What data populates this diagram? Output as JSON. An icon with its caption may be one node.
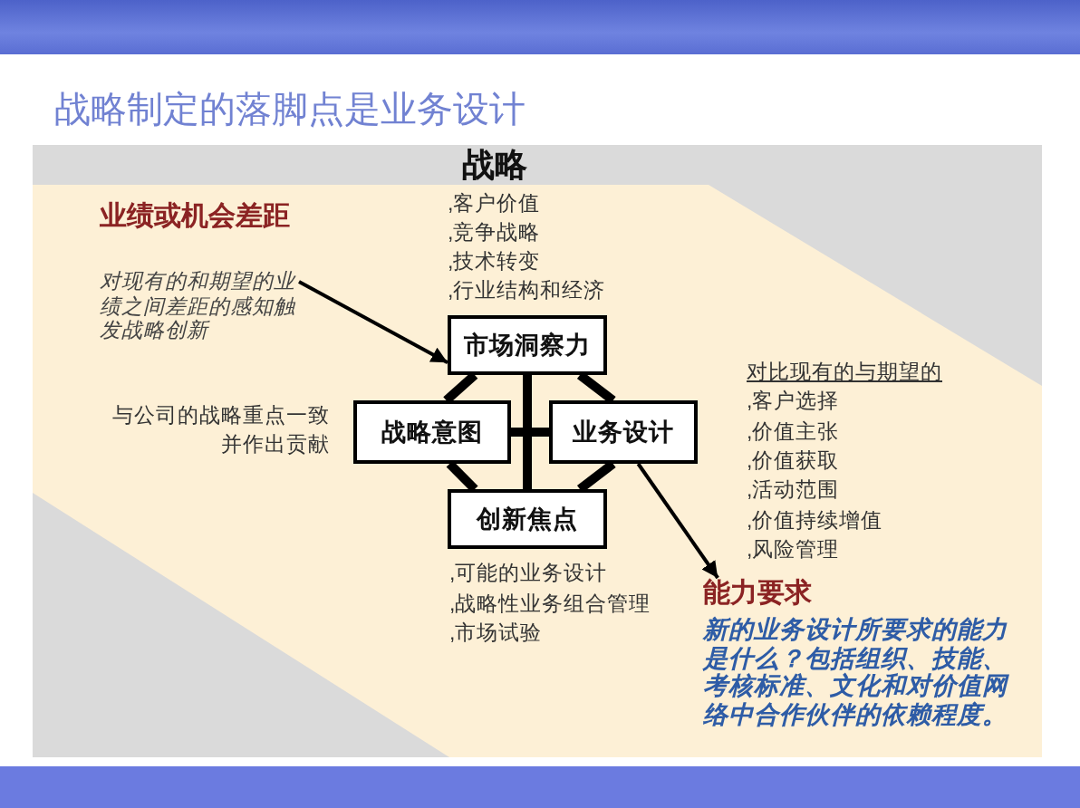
{
  "diagram": {
    "title": "战略制定的落脚点是业务设计",
    "nodes": [
      {
        "text": [
          "战略"
        ]
      },
      {
        "text": [
          "业绩或机会差距",
          "对现有的和期望的业绩之间差距的感知触发战略创新"
        ],
        "in": 0
      },
      {
        "text": [
          "市场洞察力"
        ],
        "in": 0,
        "beside": [
          ",客户价值",
          ",竞争战略",
          ",技术转变",
          ",行业结构和经济"
        ]
      },
      {
        "text": [
          "战略意图"
        ],
        "in": 0,
        "beside": [
          "与公司的战略重点一致并作出贡献"
        ]
      },
      {
        "text": [
          "业务设计"
        ],
        "in": 0,
        "beside": [
          "对比现有的与期望的",
          ",客户选择",
          ",价值主张",
          ",价值获取",
          ",活动范围",
          ",价值持续增值",
          ",风险管理"
        ]
      },
      {
        "text": [
          "创新焦点"
        ],
        "in": 0,
        "beside": [
          ",可能的业务设计",
          ",战略性业务组合管理",
          ",市场试验"
        ]
      },
      {
        "text": [
          "能力要求",
          "新的业务设计所要求的能力是什么？包括组织、技能、考核标准、文化和对价值网络中合作伙伴的依赖程度。"
        ],
        "in": 0
      }
    ],
    "edges": [
      {
        "from": 1,
        "to": 2,
        "arrow": "to"
      },
      {
        "from": 4,
        "to": 6,
        "arrow": "to"
      },
      {
        "from": 2,
        "to": 3,
        "arrow": "none"
      },
      {
        "from": 2,
        "to": 4,
        "arrow": "none"
      },
      {
        "from": 3,
        "to": 5,
        "arrow": "none"
      },
      {
        "from": 4,
        "to": 5,
        "arrow": "none"
      },
      {
        "from": 2,
        "to": 5,
        "arrow": "none"
      },
      {
        "from": 3,
        "to": 4,
        "arrow": "none"
      }
    ]
  }
}
